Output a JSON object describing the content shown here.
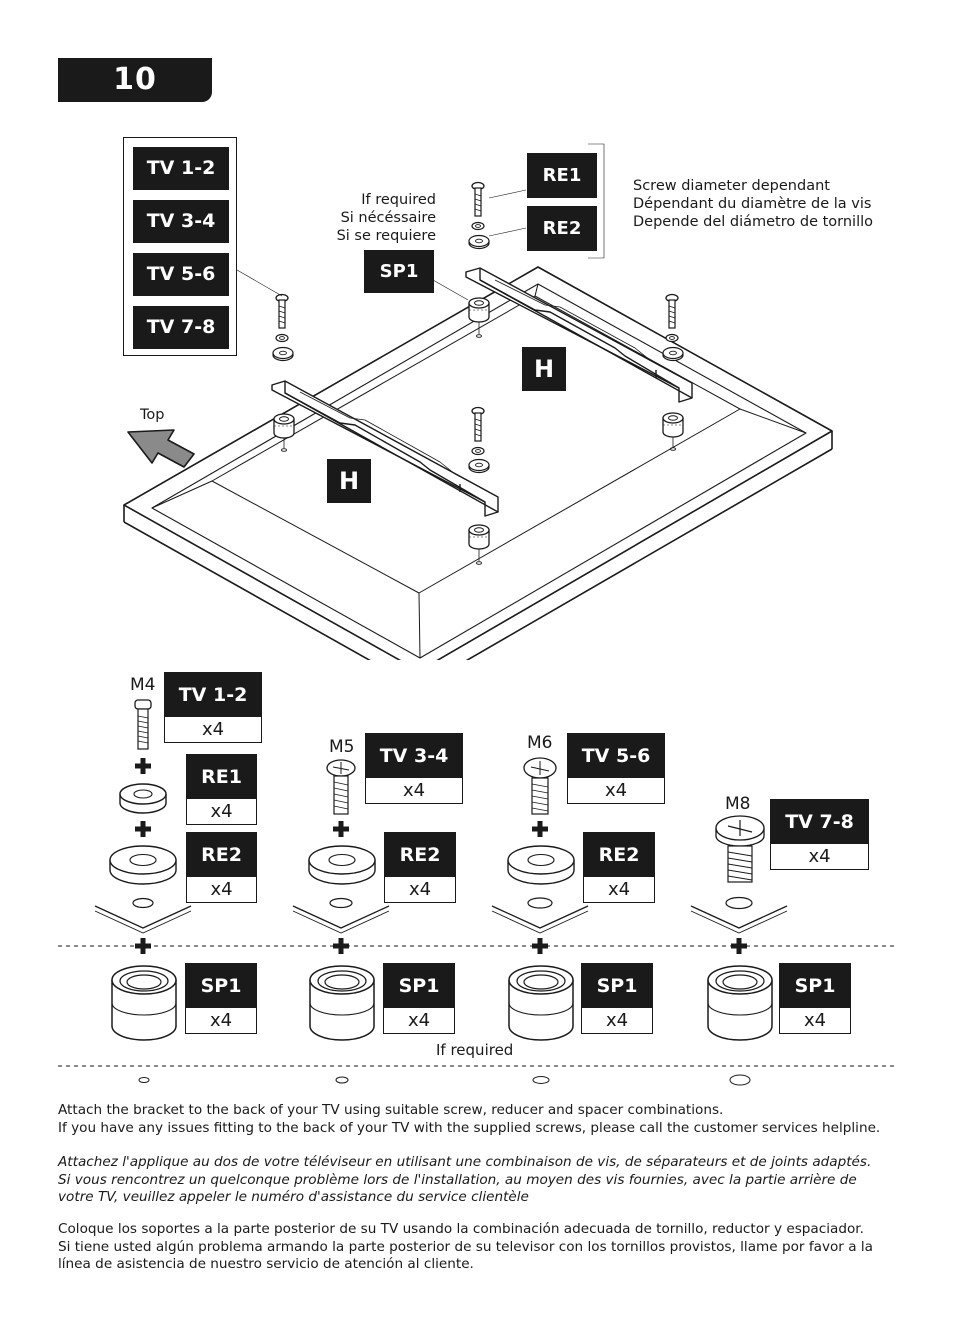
{
  "step_number": "10",
  "tv_legend": [
    "TV 1-2",
    "TV 3-4",
    "TV 5-6",
    "TV 7-8"
  ],
  "diagram": {
    "if_required_lines": [
      "If required",
      "Si nécéssaire",
      "Si se requiere"
    ],
    "sp1_label": "SP1",
    "re1_label": "RE1",
    "re2_label": "RE2",
    "screw_note_lines": [
      "Screw diameter dependant",
      "Dépendant du diamètre de la vis",
      "Depende del diámetro de tornillo"
    ],
    "bracket_label": "H",
    "top_label": "Top"
  },
  "hardware": {
    "columns": [
      {
        "screw": "M4",
        "tv": "TV 1-2",
        "tv_qty": "x4",
        "re1": "RE1",
        "re1_qty": "x4",
        "re2": "RE2",
        "re2_qty": "x4",
        "sp1": "SP1",
        "sp1_qty": "x4"
      },
      {
        "screw": "M5",
        "tv": "TV 3-4",
        "tv_qty": "x4",
        "re2": "RE2",
        "re2_qty": "x4",
        "sp1": "SP1",
        "sp1_qty": "x4"
      },
      {
        "screw": "M6",
        "tv": "TV 5-6",
        "tv_qty": "x4",
        "re2": "RE2",
        "re2_qty": "x4",
        "sp1": "SP1",
        "sp1_qty": "x4"
      },
      {
        "screw": "M8",
        "tv": "TV 7-8",
        "tv_qty": "x4",
        "sp1": "SP1",
        "sp1_qty": "x4"
      }
    ],
    "if_required": "If required"
  },
  "instructions": {
    "english": [
      "Attach the bracket to the back of your TV using suitable screw, reducer and spacer combinations.",
      "If you have any issues fitting to the back of your TV with the supplied screws, please call the customer services helpline."
    ],
    "french": [
      "Attachez l'applique au dos de votre téléviseur en utilisant une combinaison de vis, de séparateurs et de joints adaptés.",
      "Si vous rencontrez un quelconque problème lors de l'installation, au moyen des vis fournies, avec la partie arrière de",
      "votre TV, veuillez appeler  le numéro d'assistance du service clientèle"
    ],
    "spanish": [
      "Coloque los soportes a la parte posterior de su TV usando la combinación adecuada de tornillo, reductor y espaciador.",
      "Si tiene usted algún problema armando la parte posterior de su televisor con los tornillos provistos, llame por favor a la",
      "línea de asistencia de nuestro servicio de atención al cliente."
    ]
  }
}
